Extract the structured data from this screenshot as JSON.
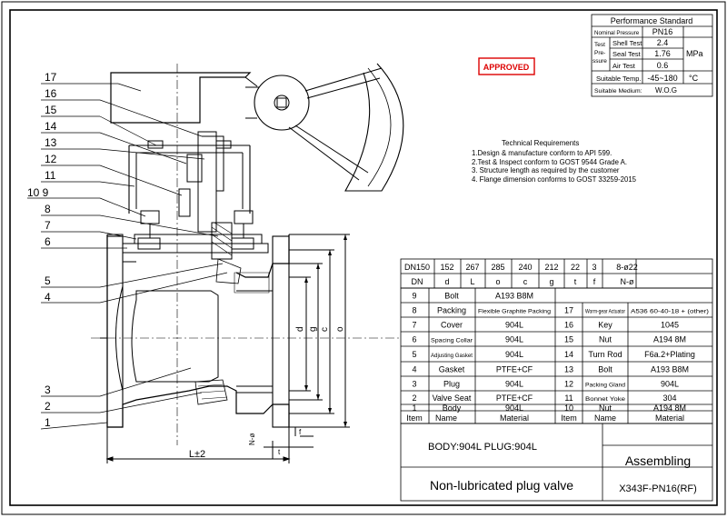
{
  "perf": {
    "title": "Performance Standard",
    "rows": [
      {
        "label": "Nominal Pressure",
        "value": "PN16"
      },
      {
        "label": "Shell Test",
        "value": "2.4"
      },
      {
        "label": "Seal Test",
        "value": "1.76"
      },
      {
        "label": "Air Test",
        "value": "0.6"
      },
      {
        "label": "Suitable Temp.",
        "value": "-45~180"
      },
      {
        "label": "Suitable Medium:",
        "value": "W.O.G"
      }
    ],
    "test_pressure_label_1": "Test",
    "test_pressure_label_2": "Pre-",
    "test_pressure_label_3": "ssure",
    "unit_mpa": "MPa",
    "unit_c": "°C"
  },
  "approved": "APPROVED",
  "tech": {
    "title": "Technical Requirements",
    "items": [
      "1.Design & manufacture conform to API 599.",
      "2.Test & Inspect conform to GOST 9544 Grade A.",
      "3. Structure length as required by the customer",
      "4. Flange dimension conforms to GOST 33259-2015"
    ]
  },
  "dims": {
    "headers": [
      "DN150",
      "152",
      "267",
      "285",
      "240",
      "212",
      "22",
      "3",
      "8-ø22"
    ],
    "symbols": [
      "DN",
      "d",
      "L",
      "o",
      "c",
      "g",
      "t",
      "f",
      "N-ø"
    ]
  },
  "parts_left": [
    {
      "item": "9",
      "name": "Bolt",
      "material": "A193 B8M"
    },
    {
      "item": "8",
      "name": "Packing",
      "material": "Flexible Graphite Packing"
    },
    {
      "item": "7",
      "name": "Cover",
      "material": "904L"
    },
    {
      "item": "6",
      "name": "Spacing Collar",
      "material": "904L"
    },
    {
      "item": "5",
      "name": "Adjusting Gasket",
      "material": "904L"
    },
    {
      "item": "4",
      "name": "Gasket",
      "material": "PTFE+CF"
    },
    {
      "item": "3",
      "name": "Plug",
      "material": "904L"
    },
    {
      "item": "2",
      "name": "Valve Seat",
      "material": "PTFE+CF"
    },
    {
      "item": "1",
      "name": "Body",
      "material": "904L"
    }
  ],
  "parts_right": [
    {
      "item": "17",
      "name": "Worm-gear Actuator",
      "material": "A536 60-40-18 + (other)"
    },
    {
      "item": "16",
      "name": "Key",
      "material": "1045"
    },
    {
      "item": "15",
      "name": "Nut",
      "material": "A194 8M"
    },
    {
      "item": "14",
      "name": "Turn Rod",
      "material": "F6a.2+Plating"
    },
    {
      "item": "13",
      "name": "Bolt",
      "material": "A193 B8M"
    },
    {
      "item": "12",
      "name": "Packing Gland",
      "material": "904L"
    },
    {
      "item": "11",
      "name": "Bonnet Yoke",
      "material": "304"
    },
    {
      "item": "10",
      "name": "Nut",
      "material": "A194 8M"
    }
  ],
  "parts_header": {
    "item": "Item",
    "name": "Name",
    "material": "Material"
  },
  "title_block": {
    "body_plug": "BODY:904L  PLUG:904L",
    "assembling": "Assembling",
    "description": "Non-lubricated plug valve",
    "model": "X343F-PN16(RF)"
  },
  "callouts": [
    "17",
    "16",
    "15",
    "14",
    "13",
    "12",
    "11",
    "10 9",
    "8",
    "7",
    "6",
    "5",
    "4",
    "3",
    "2",
    "1"
  ],
  "dim_labels": {
    "L": "L±2",
    "Nphi": "N-ø",
    "t": "t",
    "f": "f",
    "d": "d",
    "g": "g",
    "c": "c",
    "o": "o"
  }
}
